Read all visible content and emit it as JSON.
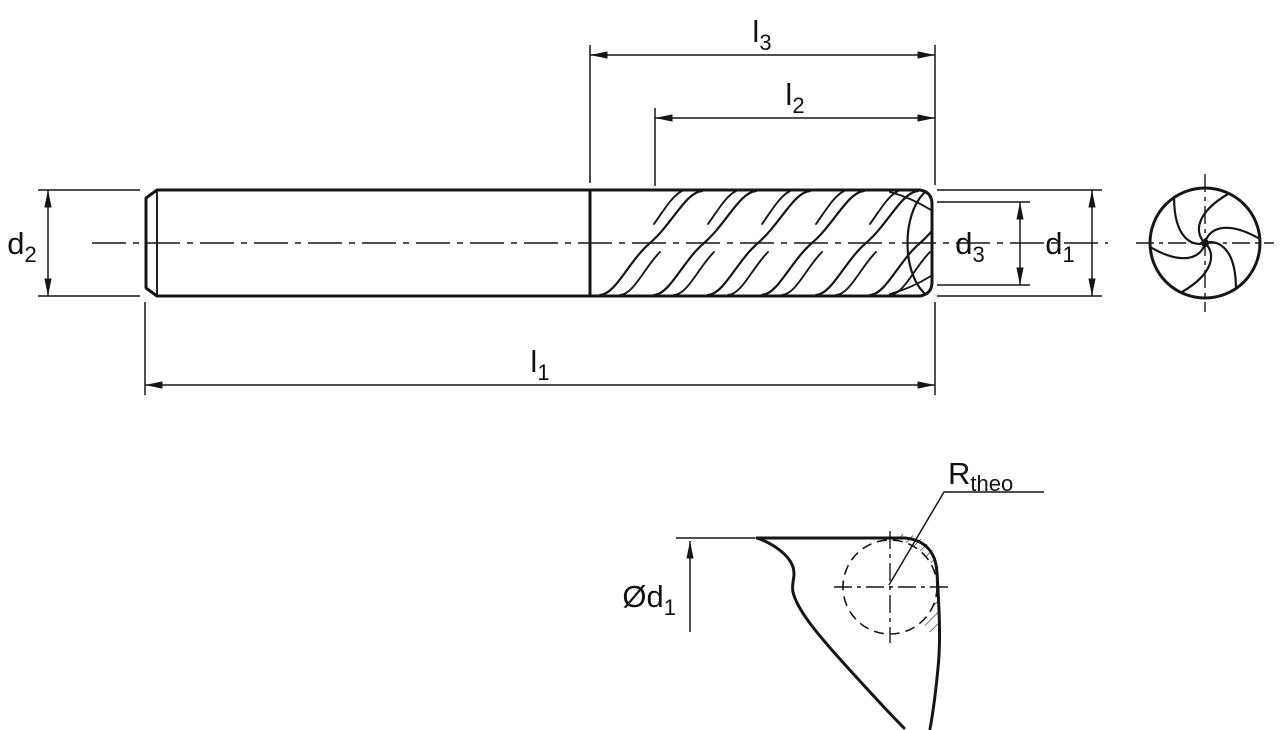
{
  "colors": {
    "part_fill": "#d2d2d2",
    "end_view_fill": "#e9e9e9",
    "line": "#161616"
  },
  "labels": {
    "l3": {
      "base": "l",
      "sub": "3"
    },
    "l2": {
      "base": "l",
      "sub": "2"
    },
    "l1": {
      "base": "l",
      "sub": "1"
    },
    "d2": {
      "base": "d",
      "sub": "2"
    },
    "d3": {
      "base": "d",
      "sub": "3"
    },
    "d1": {
      "base": "d",
      "sub": "1"
    },
    "r_theo": {
      "base": "R",
      "sub": "theo"
    },
    "dia_d1": {
      "base": "Ød",
      "sub": "1"
    }
  }
}
